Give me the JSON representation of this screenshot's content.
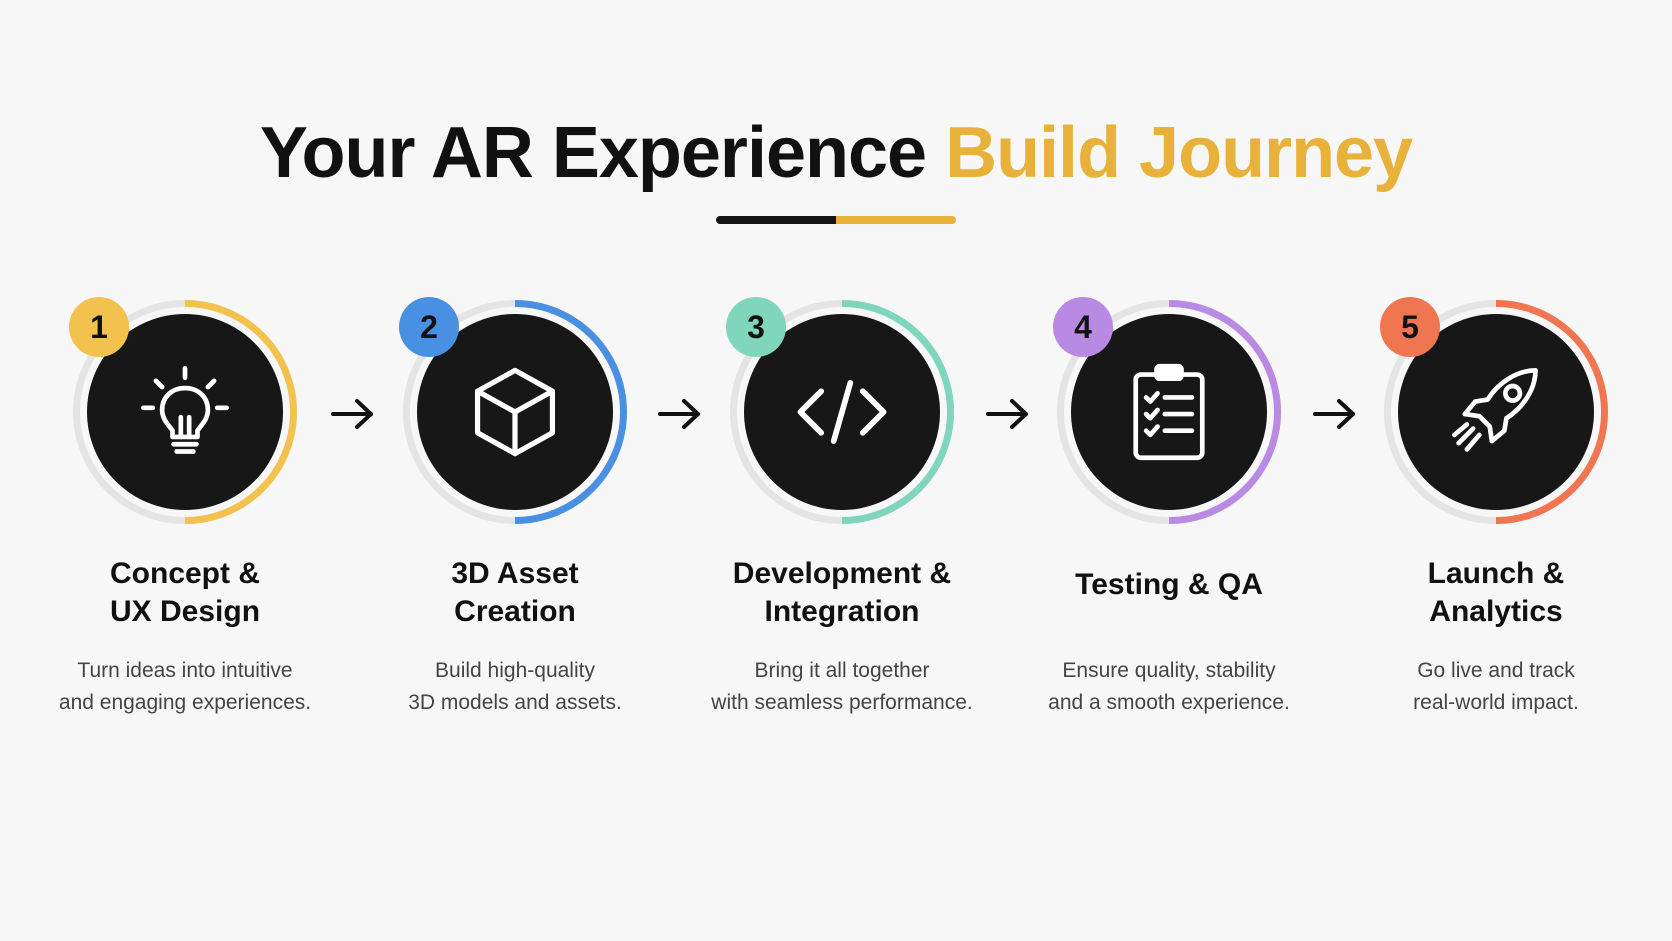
{
  "header": {
    "title_main": "Your AR Experience",
    "title_accent": "Build Journey"
  },
  "colors": {
    "accent_gold": "#e8b23a",
    "step1": "#f2c14e",
    "step2": "#4a90e2",
    "step3": "#7fd6bd",
    "step4": "#b98ae3",
    "step5": "#ef7650",
    "disc": "#171717"
  },
  "steps": [
    {
      "number": "1",
      "title": "Concept &\nUX Design",
      "description": "Turn ideas into intuitive\nand engaging experiences.",
      "icon": "lightbulb-icon"
    },
    {
      "number": "2",
      "title": "3D Asset\nCreation",
      "description": "Build high-quality\n3D models and assets.",
      "icon": "cube-icon"
    },
    {
      "number": "3",
      "title": "Development &\nIntegration",
      "description": "Bring it all together\nwith seamless performance.",
      "icon": "code-icon"
    },
    {
      "number": "4",
      "title": "Testing & QA",
      "description": "Ensure quality, stability\nand a smooth experience.",
      "icon": "clipboard-checklist-icon"
    },
    {
      "number": "5",
      "title": "Launch &\nAnalytics",
      "description": "Go live and track\nreal-world impact.",
      "icon": "rocket-icon"
    }
  ]
}
